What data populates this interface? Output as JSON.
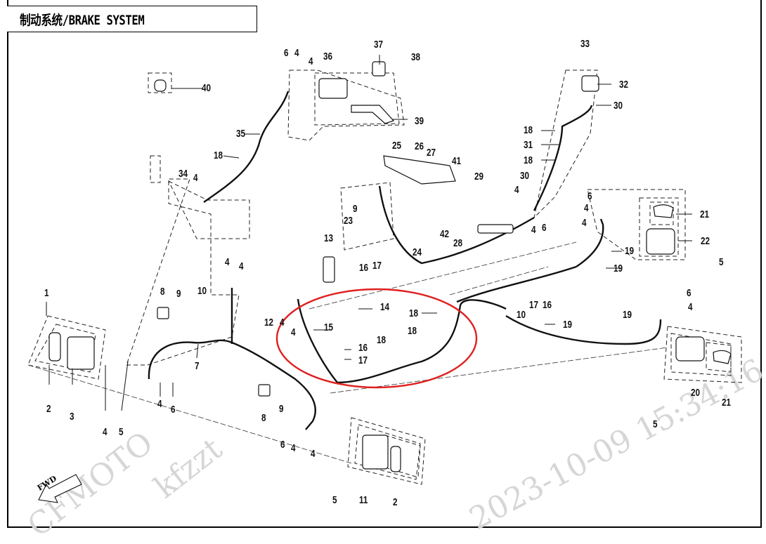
{
  "title": "制动系统/BRAKE SYSTEM",
  "fwd_label": "FWD",
  "highlight_color": "#e02020",
  "watermark": {
    "brand": "CFMOTO",
    "user": "kfzzt",
    "timestamp": "2023-10-09 15:34:16"
  },
  "callouts": [
    {
      "id": "c1",
      "text": "1"
    },
    {
      "id": "c2a",
      "text": "2"
    },
    {
      "id": "c3",
      "text": "3"
    },
    {
      "id": "c4a",
      "text": "4"
    },
    {
      "id": "c5a",
      "text": "5"
    },
    {
      "id": "c4b",
      "text": "4"
    },
    {
      "id": "c6a",
      "text": "6"
    },
    {
      "id": "c7",
      "text": "7"
    },
    {
      "id": "c8a",
      "text": "8"
    },
    {
      "id": "c9a",
      "text": "9"
    },
    {
      "id": "c10a",
      "text": "10"
    },
    {
      "id": "c8b",
      "text": "8"
    },
    {
      "id": "c9b",
      "text": "9"
    },
    {
      "id": "c6b",
      "text": "6"
    },
    {
      "id": "c4c",
      "text": "4"
    },
    {
      "id": "c4d",
      "text": "4"
    },
    {
      "id": "c5b",
      "text": "5"
    },
    {
      "id": "c11",
      "text": "11"
    },
    {
      "id": "c2b",
      "text": "2"
    },
    {
      "id": "c12",
      "text": "12"
    },
    {
      "id": "c4e",
      "text": "4"
    },
    {
      "id": "c4f",
      "text": "4"
    },
    {
      "id": "c13",
      "text": "13"
    },
    {
      "id": "c14",
      "text": "14"
    },
    {
      "id": "c15",
      "text": "15"
    },
    {
      "id": "c16a",
      "text": "16"
    },
    {
      "id": "c17a",
      "text": "17"
    },
    {
      "id": "c18a",
      "text": "18"
    },
    {
      "id": "c18b",
      "text": "18"
    },
    {
      "id": "c18c",
      "text": "18"
    },
    {
      "id": "c4g",
      "text": "4"
    },
    {
      "id": "c4h",
      "text": "4"
    },
    {
      "id": "c34",
      "text": "34"
    },
    {
      "id": "c4i",
      "text": "4"
    },
    {
      "id": "c18d",
      "text": "18"
    },
    {
      "id": "c35",
      "text": "35"
    },
    {
      "id": "c40",
      "text": "40"
    },
    {
      "id": "c6c",
      "text": "6"
    },
    {
      "id": "c4j",
      "text": "4"
    },
    {
      "id": "c4k",
      "text": "4"
    },
    {
      "id": "c36",
      "text": "36"
    },
    {
      "id": "c37",
      "text": "37"
    },
    {
      "id": "c38",
      "text": "38"
    },
    {
      "id": "c39",
      "text": "39"
    },
    {
      "id": "c25",
      "text": "25"
    },
    {
      "id": "c26",
      "text": "26"
    },
    {
      "id": "c27",
      "text": "27"
    },
    {
      "id": "c41",
      "text": "41"
    },
    {
      "id": "c9c",
      "text": "9"
    },
    {
      "id": "c23",
      "text": "23"
    },
    {
      "id": "c16b",
      "text": "16"
    },
    {
      "id": "c17b",
      "text": "17"
    },
    {
      "id": "c24",
      "text": "24"
    },
    {
      "id": "c42",
      "text": "42"
    },
    {
      "id": "c28",
      "text": "28"
    },
    {
      "id": "c29",
      "text": "29"
    },
    {
      "id": "c30a",
      "text": "30"
    },
    {
      "id": "c4l",
      "text": "4"
    },
    {
      "id": "c4m",
      "text": "4"
    },
    {
      "id": "c6d",
      "text": "6"
    },
    {
      "id": "c33",
      "text": "33"
    },
    {
      "id": "c32",
      "text": "32"
    },
    {
      "id": "c30b",
      "text": "30"
    },
    {
      "id": "c18e",
      "text": "18"
    },
    {
      "id": "c31",
      "text": "31"
    },
    {
      "id": "c18f",
      "text": "18"
    },
    {
      "id": "c6e",
      "text": "6"
    },
    {
      "id": "c4n",
      "text": "4"
    },
    {
      "id": "c4o",
      "text": "4"
    },
    {
      "id": "c21a",
      "text": "21"
    },
    {
      "id": "c22",
      "text": "22"
    },
    {
      "id": "c19a",
      "text": "19"
    },
    {
      "id": "c19b",
      "text": "19"
    },
    {
      "id": "c5c",
      "text": "5"
    },
    {
      "id": "c10b",
      "text": "10"
    },
    {
      "id": "c17c",
      "text": "17"
    },
    {
      "id": "c16c",
      "text": "16"
    },
    {
      "id": "c19c",
      "text": "19"
    },
    {
      "id": "c19d",
      "text": "19"
    },
    {
      "id": "c6f",
      "text": "6"
    },
    {
      "id": "c4p",
      "text": "4"
    },
    {
      "id": "c20",
      "text": "20"
    },
    {
      "id": "c21b",
      "text": "21"
    },
    {
      "id": "c5d",
      "text": "5"
    }
  ]
}
